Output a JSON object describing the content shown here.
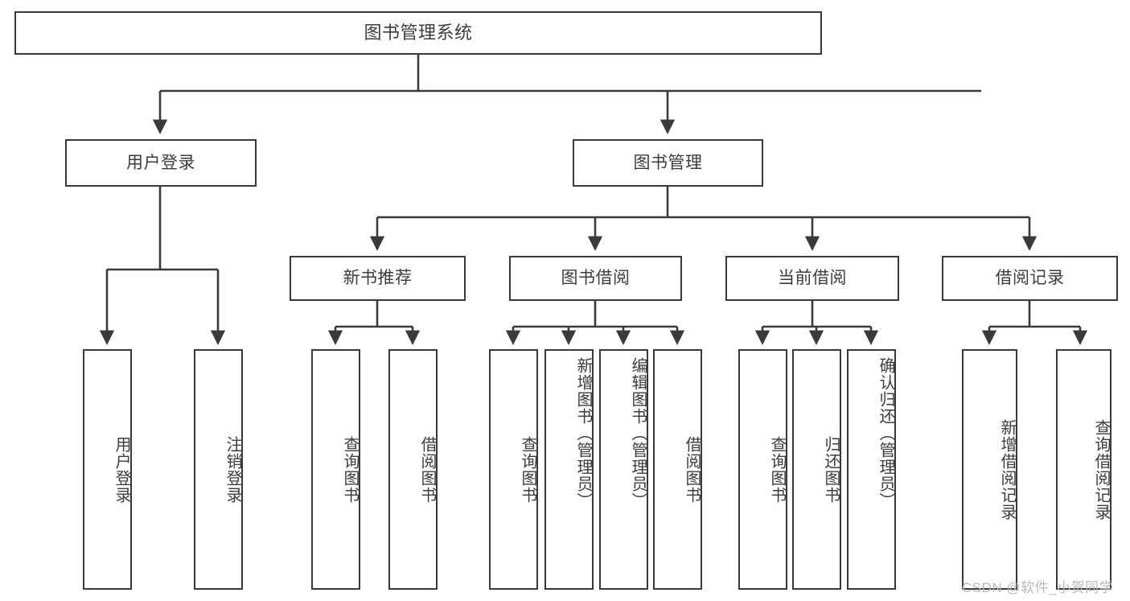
{
  "diagram": {
    "title_node": {
      "label": "图书管理系统"
    },
    "level2": [
      {
        "id": "user-login",
        "label": "用户登录"
      },
      {
        "id": "book-management",
        "label": "图书管理"
      }
    ],
    "level3": [
      {
        "id": "new-book-recommend",
        "label": "新书推荐"
      },
      {
        "id": "book-borrow",
        "label": "图书借阅"
      },
      {
        "id": "current-borrow",
        "label": "当前借阅"
      },
      {
        "id": "borrow-record",
        "label": "借阅记录"
      }
    ],
    "leaves": [
      {
        "id": "leaf-user-login",
        "label": "用户登录",
        "parent": "user-login"
      },
      {
        "id": "leaf-logout-login",
        "label": "注销登录",
        "parent": "user-login"
      },
      {
        "id": "leaf-query-book-1",
        "label": "查询图书",
        "parent": "new-book-recommend"
      },
      {
        "id": "leaf-borrow-book-1",
        "label": "借阅图书",
        "parent": "new-book-recommend"
      },
      {
        "id": "leaf-query-book-2",
        "label": "查询图书",
        "parent": "book-borrow"
      },
      {
        "id": "leaf-add-book",
        "label": "新增图书（管理员）",
        "parent": "book-borrow"
      },
      {
        "id": "leaf-edit-book",
        "label": "编辑图书（管理员）",
        "parent": "book-borrow"
      },
      {
        "id": "leaf-borrow-book-2",
        "label": "借阅图书",
        "parent": "book-borrow"
      },
      {
        "id": "leaf-query-book-3",
        "label": "查询图书",
        "parent": "current-borrow"
      },
      {
        "id": "leaf-return-book",
        "label": "归还图书",
        "parent": "current-borrow"
      },
      {
        "id": "leaf-confirm-return",
        "label": "确认归还（管理员）",
        "parent": "current-borrow"
      },
      {
        "id": "leaf-add-record",
        "label": "新增借阅记录",
        "parent": "borrow-record"
      },
      {
        "id": "leaf-query-record",
        "label": "查询借阅记录",
        "parent": "borrow-record"
      }
    ],
    "watermark": "CSDN @软件_小贺同学",
    "colors": {
      "stroke": "#3a3a3a",
      "text": "#3c3c3c",
      "background": "#ffffff",
      "watermark": "#b9b9b9"
    }
  }
}
